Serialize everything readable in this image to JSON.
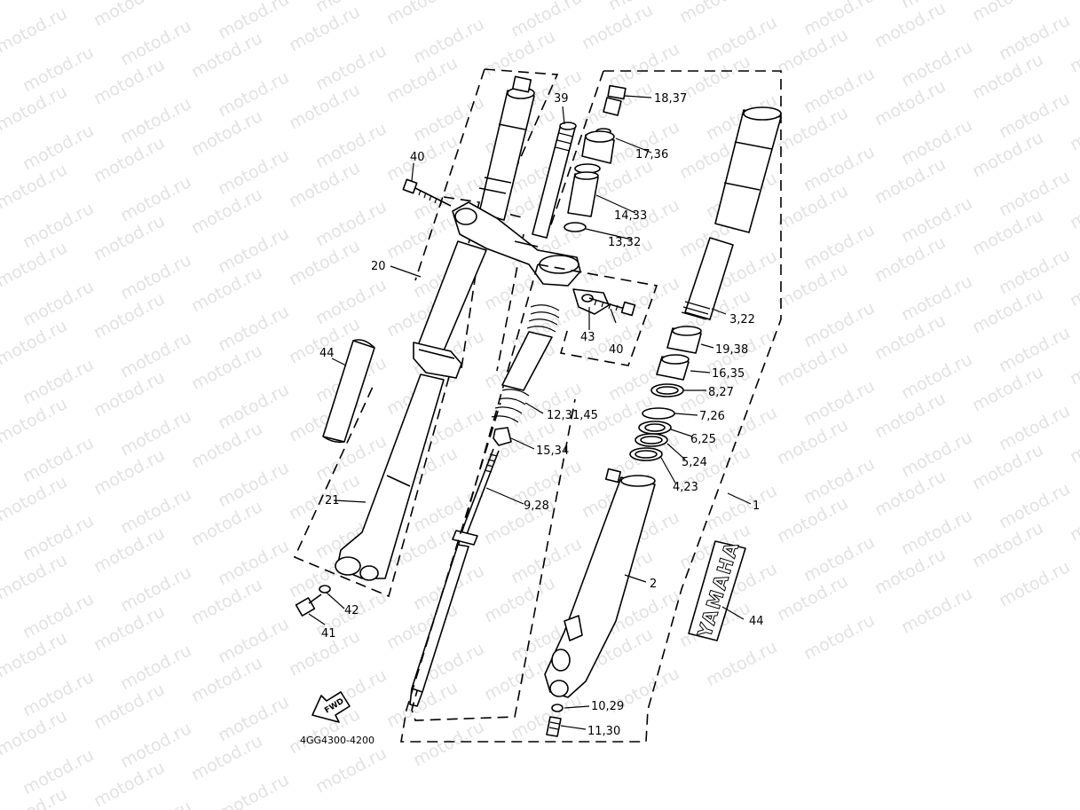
{
  "watermark": {
    "text": "motod.ru"
  },
  "diagram": {
    "code": "4GG4300-4200",
    "fwd_label": "FWD",
    "logo_text": "YAMAHA"
  },
  "labels": [
    {
      "id": "1",
      "text": "1"
    },
    {
      "id": "2",
      "text": "2"
    },
    {
      "id": "3_22",
      "text": "3,22"
    },
    {
      "id": "4_23",
      "text": "4,23"
    },
    {
      "id": "5_24",
      "text": "5,24"
    },
    {
      "id": "6_25",
      "text": "6,25"
    },
    {
      "id": "7_26",
      "text": "7,26"
    },
    {
      "id": "8_27",
      "text": "8,27"
    },
    {
      "id": "9_28",
      "text": "9,28"
    },
    {
      "id": "10_29",
      "text": "10,29"
    },
    {
      "id": "11_30",
      "text": "11,30"
    },
    {
      "id": "12_31_45",
      "text": "12,31,45"
    },
    {
      "id": "13_32",
      "text": "13,32"
    },
    {
      "id": "14_33",
      "text": "14,33"
    },
    {
      "id": "15_34",
      "text": "15,34"
    },
    {
      "id": "16_35",
      "text": "16,35"
    },
    {
      "id": "17_36",
      "text": "17,36"
    },
    {
      "id": "18_37",
      "text": "18,37"
    },
    {
      "id": "19_38",
      "text": "19,38"
    },
    {
      "id": "20",
      "text": "20"
    },
    {
      "id": "21",
      "text": "21"
    },
    {
      "id": "39",
      "text": "39"
    },
    {
      "id": "40a",
      "text": "40"
    },
    {
      "id": "40b",
      "text": "40"
    },
    {
      "id": "41",
      "text": "41"
    },
    {
      "id": "42",
      "text": "42"
    },
    {
      "id": "43",
      "text": "43"
    },
    {
      "id": "44a",
      "text": "44"
    },
    {
      "id": "44b",
      "text": "44"
    }
  ]
}
